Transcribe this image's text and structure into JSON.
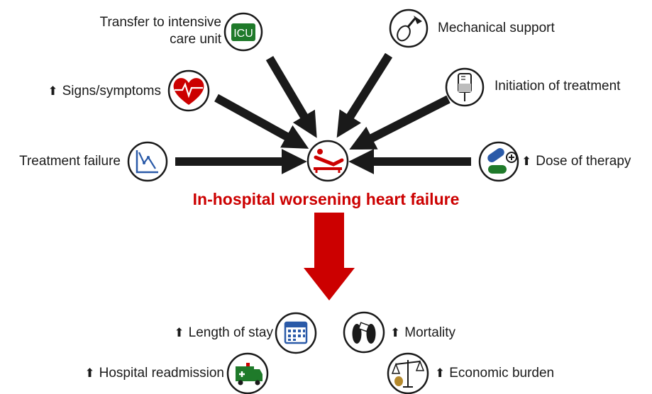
{
  "center": {
    "title": "In-hospital worsening heart failure",
    "icon": "patient-bed-icon",
    "color": "#cc0000"
  },
  "triggers": [
    {
      "id": "icu",
      "label_line1": "Transfer to intensive",
      "label_line2": "care unit",
      "icon": "icu-icon",
      "icon_text": "ICU"
    },
    {
      "id": "mechanical",
      "label": "Mechanical support",
      "icon": "ventilator-bag-icon"
    },
    {
      "id": "signs",
      "prefix": "⬆",
      "label": "Signs/symptoms",
      "icon": "heart-pulse-icon"
    },
    {
      "id": "initiation",
      "label": "Initiation of treatment",
      "icon": "iv-bag-icon"
    },
    {
      "id": "failure",
      "label": "Treatment failure",
      "icon": "declining-chart-icon"
    },
    {
      "id": "dose",
      "prefix": "⬆",
      "label": "Dose of therapy",
      "icon": "pills-icon"
    }
  ],
  "outcomes": [
    {
      "id": "los",
      "prefix": "⬆",
      "label": "Length of stay",
      "icon": "calendar-icon"
    },
    {
      "id": "mortality",
      "prefix": "⬆",
      "label": "Mortality",
      "icon": "feet-tag-icon"
    },
    {
      "id": "readmission",
      "prefix": "⬆",
      "label": "Hospital readmission",
      "icon": "ambulance-icon"
    },
    {
      "id": "economic",
      "prefix": "⬆",
      "label": "Economic burden",
      "icon": "scales-money-icon"
    }
  ],
  "colors": {
    "red": "#cc0000",
    "green": "#1f7a2a",
    "blue": "#2a5aa8",
    "arrow": "#1a1a1a"
  }
}
